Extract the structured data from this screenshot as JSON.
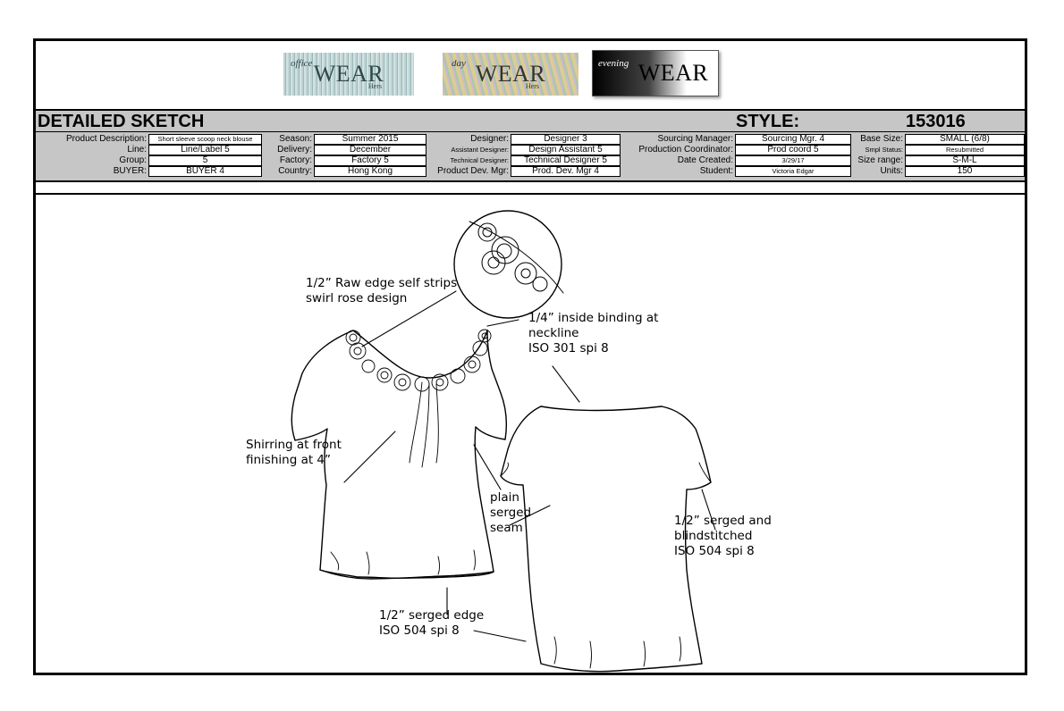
{
  "logos": [
    {
      "script": "office",
      "main": "WEAR",
      "sub": "Hers"
    },
    {
      "script": "day",
      "main": "WEAR",
      "sub": "Hers"
    },
    {
      "script": "evening",
      "main": "WEAR"
    }
  ],
  "title": "DETAILED SKETCH",
  "style_label": "STYLE:",
  "style_number": "153016",
  "spec_rows": [
    [
      {
        "label": "Product Description:",
        "value": "Short sleeve scoop neck blouse"
      },
      {
        "label": "Season:",
        "value": "Summer 2015"
      },
      {
        "label": "Designer:",
        "value": "Designer 3"
      },
      {
        "label": "Sourcing Manager:",
        "value": "Sourcing Mgr. 4"
      },
      {
        "label": "Base Size:",
        "value": "SMALL (6/8)"
      }
    ],
    [
      {
        "label": "Line:",
        "value": "Line/Label 5"
      },
      {
        "label": "Delivery:",
        "value": "December"
      },
      {
        "label": "Assistant Designer:",
        "value": "Design Assistant 5"
      },
      {
        "label": "Production Coordinator:",
        "value": "Prod coord 5"
      },
      {
        "label": "Smpl Status:",
        "value": "Resubmitted"
      }
    ],
    [
      {
        "label": "Group:",
        "value": "5"
      },
      {
        "label": "Factory:",
        "value": "Factory 5"
      },
      {
        "label": "Technical Designer:",
        "value": "Technical Designer 5"
      },
      {
        "label": "Date Created:",
        "value": "3/29/17"
      },
      {
        "label": "Size range:",
        "value": "S-M-L"
      }
    ],
    [
      {
        "label": "BUYER:",
        "value": "BUYER 4"
      },
      {
        "label": "Country:",
        "value": "Hong Kong"
      },
      {
        "label": "Product Dev. Mgr:",
        "value": "Prod. Dev. Mgr 4"
      },
      {
        "label": "Student:",
        "value": "Victoria Edgar"
      },
      {
        "label": "Units:",
        "value": "150"
      }
    ]
  ],
  "callouts": {
    "raw_edge": "1/2” Raw edge self strips\nswirl rose design",
    "binding": "1/4” inside binding at\nneckline\nISO 301 spi 8",
    "shirring": "Shirring at front\nfinishing at 4”",
    "seam": "plain\nserged\nseam",
    "sleeve": "1/2” serged and\nblindstitched\nISO 504 spi 8",
    "hem": "1/2” serged edge\nISO 504 spi 8"
  }
}
